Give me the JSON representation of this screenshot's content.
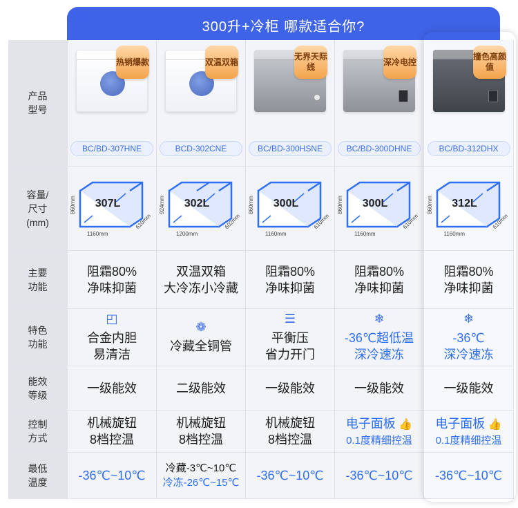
{
  "banner": {
    "title": "300升+冷柜 哪款适合你?"
  },
  "labels": {
    "product": "产品型号",
    "capacity": "容量/尺寸(mm)",
    "main_function": "主要功能",
    "feature": "特色功能",
    "energy": "能效等级",
    "control": "控制方式",
    "min_temp": "最低温度"
  },
  "colors": {
    "accent": "#3f63e6",
    "highlight_text": "#2f6ff0",
    "badge": "#f4a44d"
  },
  "products": [
    {
      "model": "BC/BD-307HNE",
      "badge": "热销爆款",
      "finish": "white",
      "capacity": "307L",
      "dims": {
        "h": "860mm",
        "w": "1160mm",
        "d": "610mm"
      },
      "main_function": [
        "阻霜80%",
        "净味抑菌"
      ],
      "feature_icon": "square-icon",
      "feature": [
        "合金内胆",
        "易清洁"
      ],
      "energy": "一级能效",
      "control": [
        "机械旋钮",
        "8档控温"
      ],
      "min_temp": [
        "-36℃~10℃"
      ]
    },
    {
      "model": "BCD-302CNE",
      "badge": "双温双箱",
      "finish": "white",
      "capacity": "302L",
      "dims": {
        "h": "924mm",
        "w": "1200mm",
        "d": "602mm"
      },
      "main_function": [
        "双温双箱",
        "大冷冻小冷藏"
      ],
      "feature_icon": "coil-icon",
      "feature": [
        "冷藏全铜管"
      ],
      "energy": "二级能效",
      "control": [
        "机械旋钮",
        "8档控温"
      ],
      "min_temp": [
        "冷藏-3℃~10℃",
        "冷冻-26℃~15℃"
      ]
    },
    {
      "model": "BC/BD-300HSNE",
      "badge": "无界天际线",
      "finish": "gray",
      "capacity": "300L",
      "dims": {
        "h": "860mm",
        "w": "1160mm",
        "d": "610mm"
      },
      "main_function": [
        "阻霜80%",
        "净味抑菌"
      ],
      "feature_icon": "sliders-icon",
      "feature": [
        "平衡压",
        "省力开门"
      ],
      "energy": "一级能效",
      "control": [
        "机械旋钮",
        "8档控温"
      ],
      "min_temp": [
        "-36℃~10℃"
      ]
    },
    {
      "model": "BC/BD-300DHNE",
      "badge": "深冷电控",
      "finish": "gray",
      "capacity": "300L",
      "dims": {
        "h": "860mm",
        "w": "1160mm",
        "d": "610mm"
      },
      "main_function": [
        "阻霜80%",
        "净味抑菌"
      ],
      "feature_icon": "snowflake-icon",
      "feature": [
        "-36℃超低温",
        "深冷速冻"
      ],
      "energy": "一级能效",
      "control": [
        "电子面板",
        "0.1度精细控温"
      ],
      "min_temp": [
        "-36℃~10℃"
      ]
    },
    {
      "model": "BC/BD-312DHX",
      "badge": "撞色高颜值",
      "finish": "dark",
      "capacity": "312L",
      "dims": {
        "h": "860mm",
        "w": "1160mm",
        "d": "610mm"
      },
      "main_function": [
        "阻霜80%",
        "净味抑菌"
      ],
      "feature_icon": "snowflake-icon",
      "feature": [
        "-36℃",
        "深冷速冻"
      ],
      "energy": "一级能效",
      "control": [
        "电子面板",
        "0.1度精细控温"
      ],
      "min_temp": [
        "-36℃~10℃"
      ]
    }
  ]
}
